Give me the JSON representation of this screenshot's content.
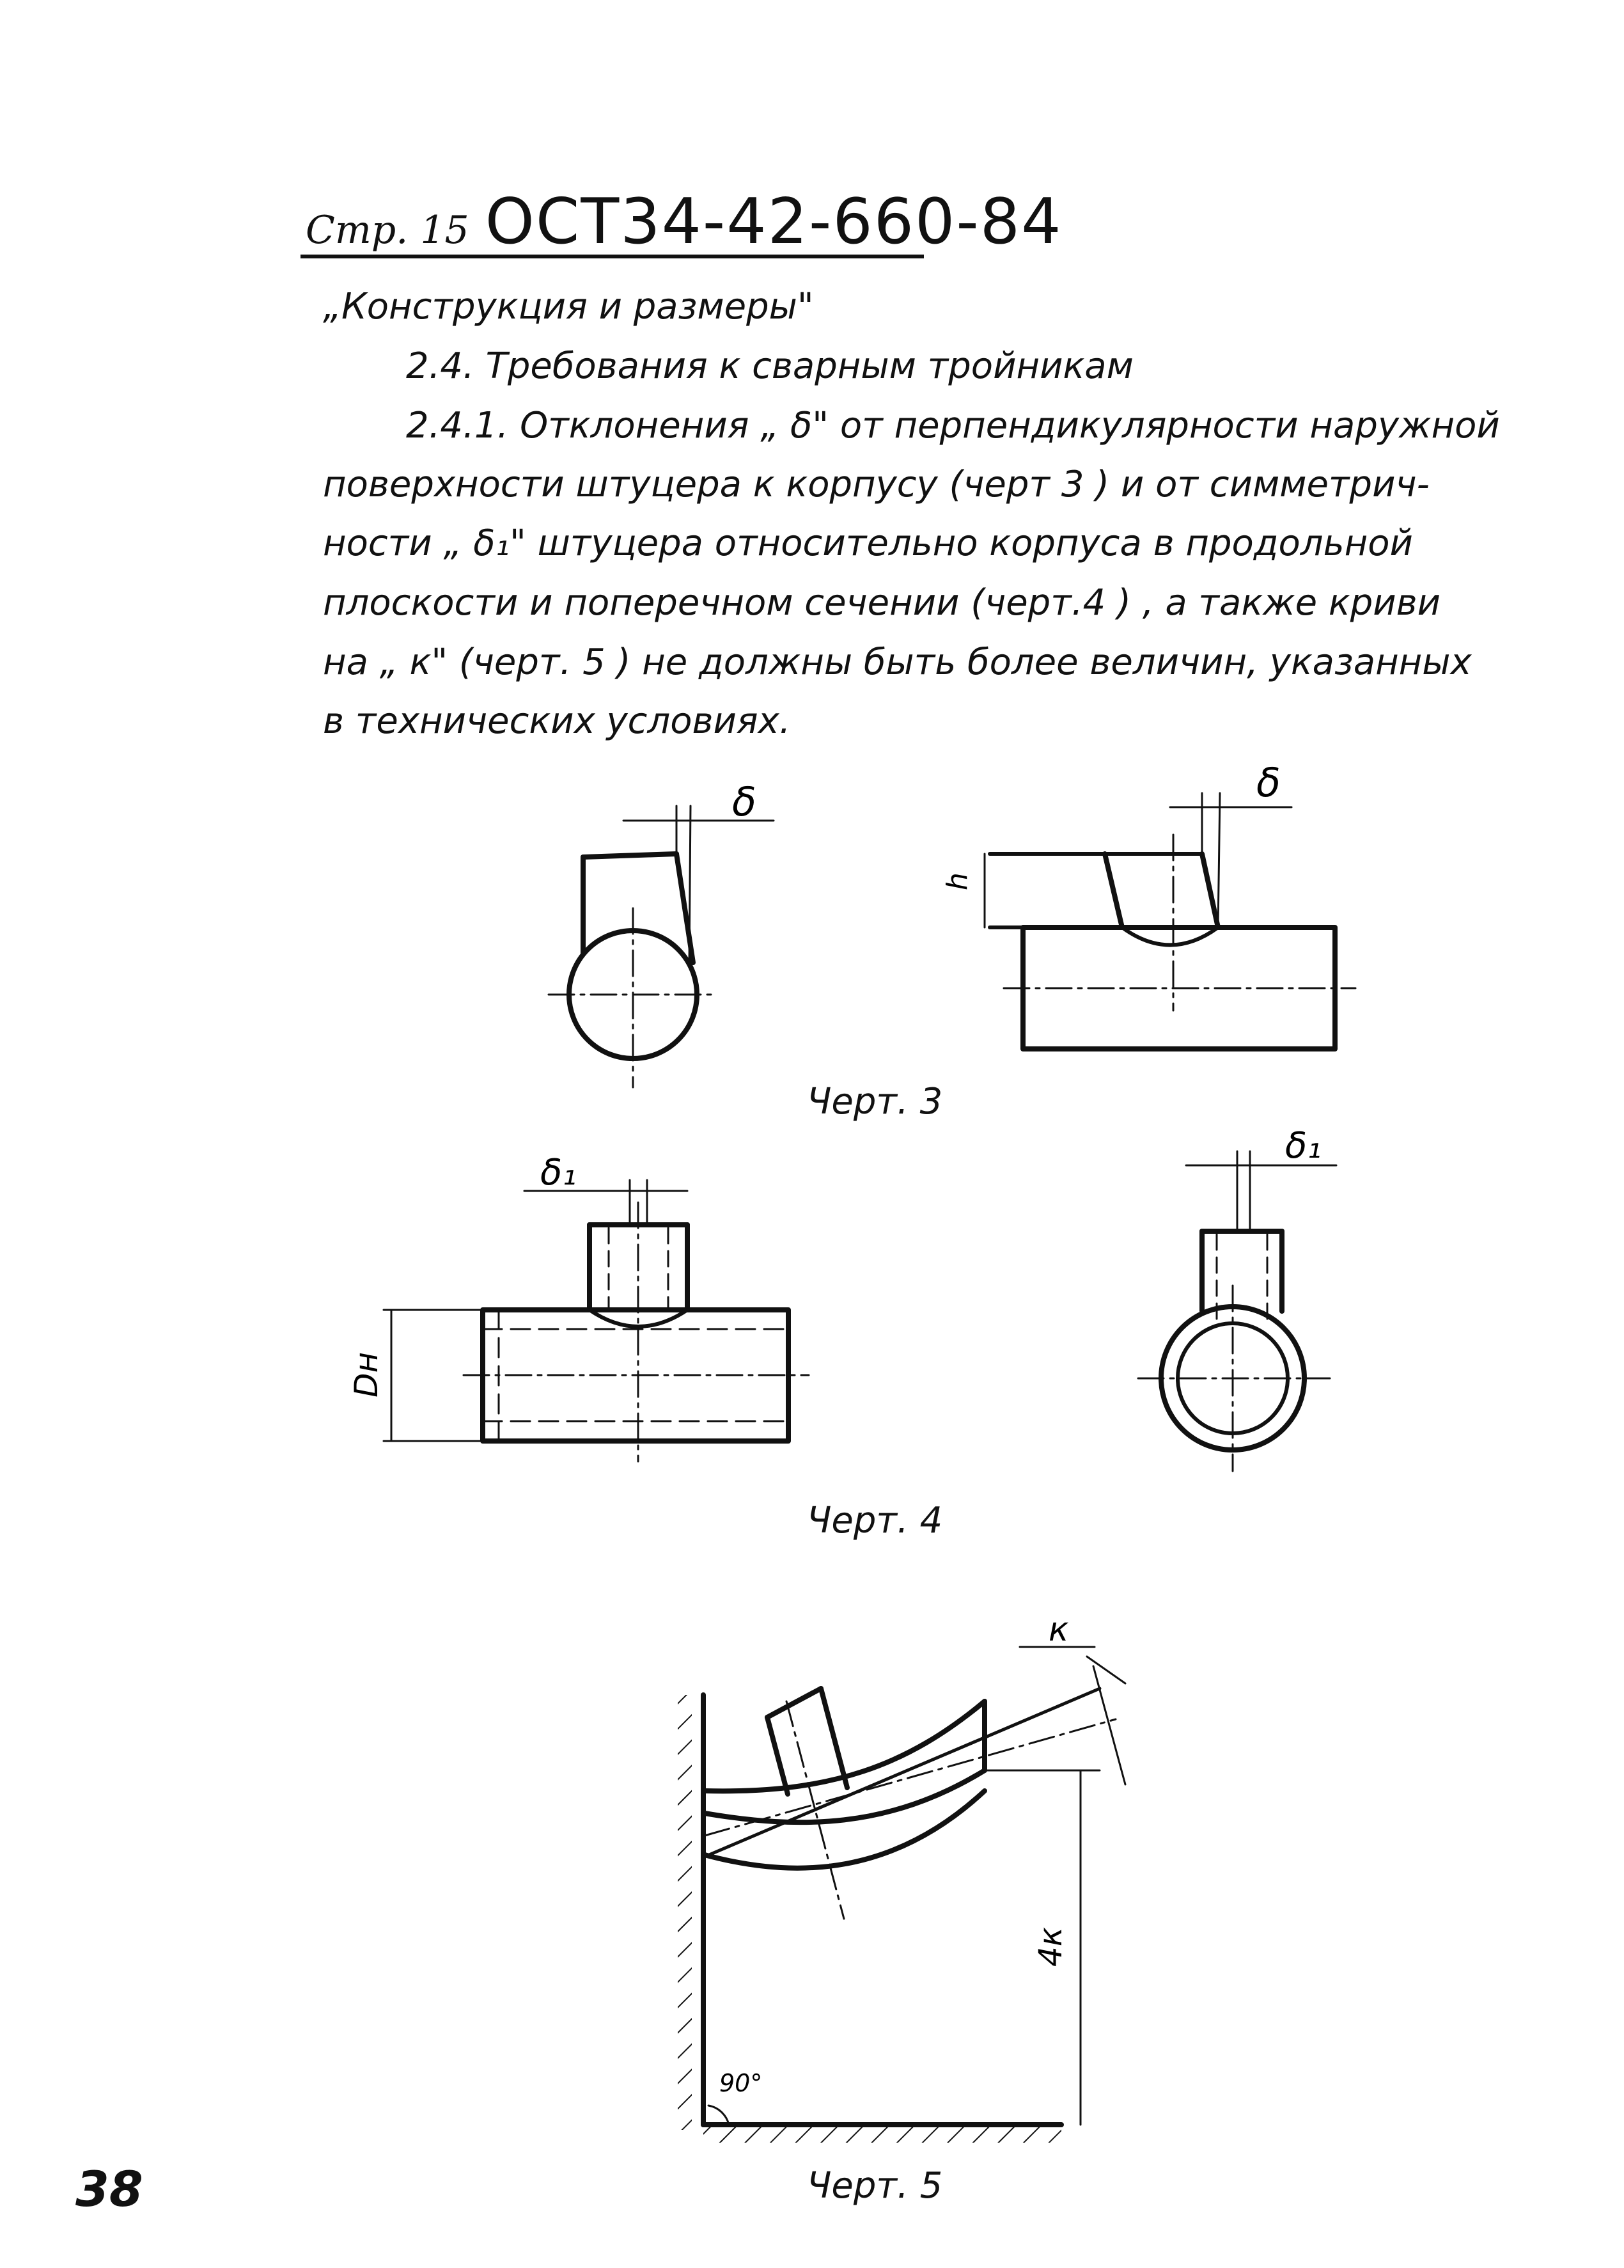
{
  "header": {
    "page": "Стр. 15",
    "code": "ОСТ34-42-660-84"
  },
  "section": "„Конструкция и размеры\"",
  "subsection": "2.4. Требования к сварным тройникам",
  "paragraph_lines": [
    "2.4.1. Отклонения „ δ\" от перпендикулярности наружной",
    "поверхности штуцера к корпусу (черт 3 ) и от симметрич-",
    "ности „ δ₁\" штуцера относительно корпуса в продольной",
    "плоскости и поперечном сечении (черт.4 ) , а также криви",
    "на „ к\" (черт. 5 ) не должны быть более величин, указанных",
    "в технических условиях."
  ],
  "figures": {
    "fig3": {
      "caption": "Черт. 3",
      "delta": "δ",
      "h": "h"
    },
    "fig4": {
      "caption": "Черт. 4",
      "delta1": "δ₁",
      "dn": "Dн"
    },
    "fig5": {
      "caption": "Черт. 5",
      "k": "к",
      "four_k": "4к",
      "angle": "90°"
    }
  },
  "page_number": "38"
}
